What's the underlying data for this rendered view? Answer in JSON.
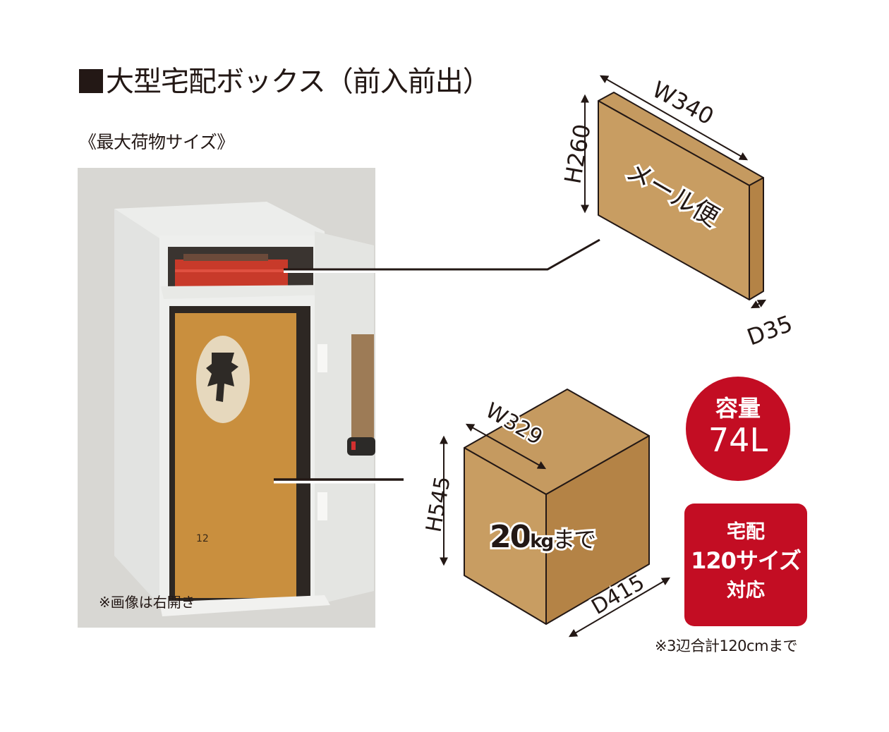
{
  "header": {
    "title_marker": "■",
    "title": "大型宅配ボックス（前入前出）",
    "subtitle": "《最大荷物サイズ》"
  },
  "photo": {
    "caption": "※画像は右開き",
    "description": "White delivery box with upper mail slot holding red parcel and lower compartment holding a cardboard box"
  },
  "mail_parcel": {
    "label": "メール便",
    "width_label": "W340",
    "height_label": "H260",
    "depth_label": "D35"
  },
  "large_parcel": {
    "label_number": "20",
    "label_unit": "kg",
    "label_suffix": "まで",
    "width_label": "W329",
    "height_label": "H545",
    "depth_label": "D415"
  },
  "capacity_badge": {
    "line1": "容量",
    "line2": "74L"
  },
  "size_badge": {
    "line1": "宅配",
    "line2": "120サイズ",
    "line3": "対応"
  },
  "footnote": "※3辺合計120cmまで",
  "colors": {
    "badge_red": "#c30d23",
    "box_front": "#c89d62",
    "box_side": "#b48346",
    "box_top": "#c59a60",
    "text": "#231815",
    "photo_bg": "#d8d7d3"
  }
}
